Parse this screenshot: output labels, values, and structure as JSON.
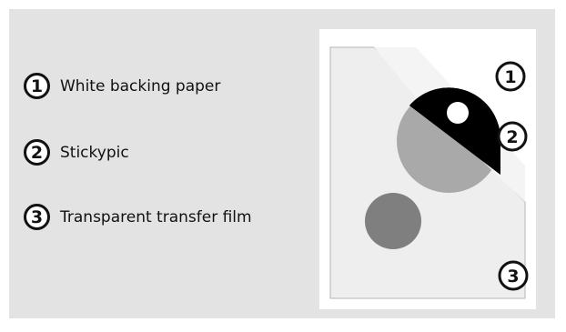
{
  "legend": [
    {
      "number": "1",
      "label": "White backing paper"
    },
    {
      "number": "2",
      "label": "Stickypic"
    },
    {
      "number": "3",
      "label": "Transparent transfer film"
    }
  ],
  "figure": {
    "markers": [
      "1",
      "2",
      "3"
    ]
  },
  "colors": {
    "background": "#e3e3e4",
    "sticker_black": "#000000",
    "sticker_grey": "#a9a9a9",
    "dark_circle": "#7f7f7f",
    "film": "#eeeeee"
  }
}
